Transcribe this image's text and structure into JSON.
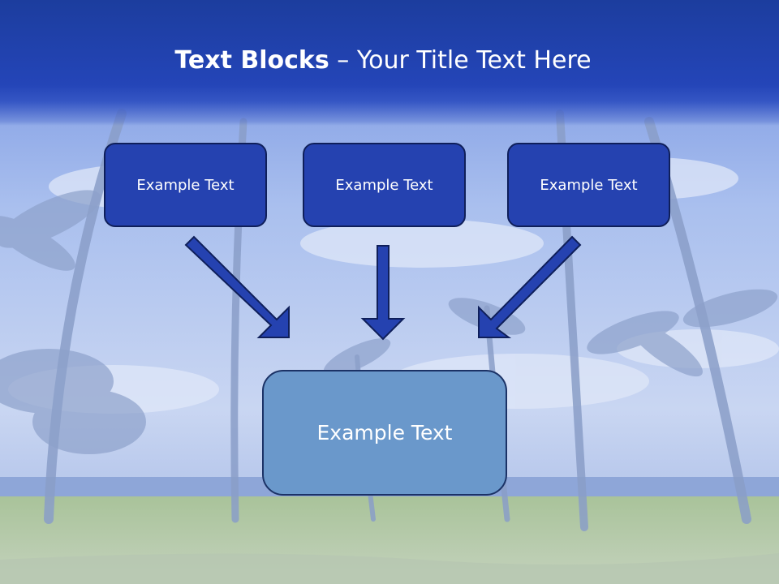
{
  "slide": {
    "title_bold": "Text Blocks",
    "title_separator": " – ",
    "title_rest": "Your Title Text Here",
    "top_boxes": [
      {
        "label": "Example Text"
      },
      {
        "label": "Example Text"
      },
      {
        "label": "Example Text"
      }
    ],
    "bottom_box": {
      "label": "Example Text"
    }
  },
  "colors": {
    "title_bar": "#2445b8",
    "top_box_fill": "#2542b0",
    "box_border": "#0f1f5a",
    "bottom_box_fill": "#6a98cb",
    "arrow_fill": "#2542b0"
  }
}
